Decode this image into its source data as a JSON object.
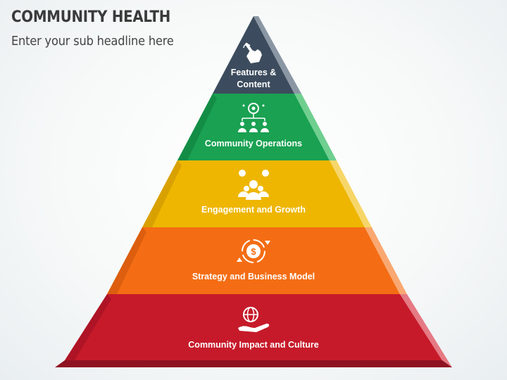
{
  "header": {
    "title": "COMMUNITY HEALTH",
    "subtitle": "Enter your sub headline here"
  },
  "pyramid": {
    "levels": [
      {
        "label_line1": "Features &",
        "label_line2": "Content",
        "icon": "hand-pointer-icon",
        "color": "#3c4c5e"
      },
      {
        "label": "Community Operations",
        "icon": "team-network-icon",
        "color": "#1aa152"
      },
      {
        "label": "Engagement and Growth",
        "icon": "social-engagement-icon",
        "color": "#eeb600"
      },
      {
        "label": "Strategy and Business Model",
        "icon": "dollar-gear-cycle-icon",
        "color": "#f46d14"
      },
      {
        "label": "Community Impact and Culture",
        "icon": "globe-hand-icon",
        "color": "#c61a2a"
      }
    ]
  }
}
